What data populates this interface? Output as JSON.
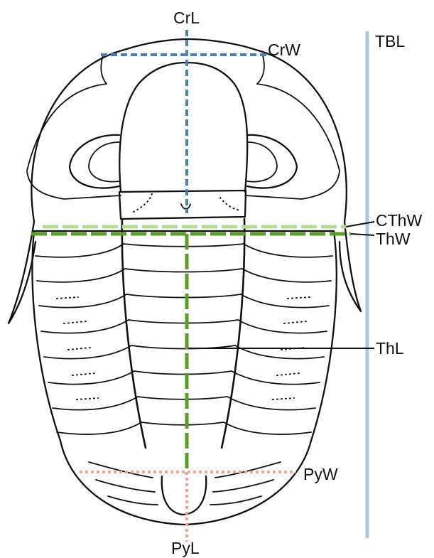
{
  "labels": {
    "crl": "CrL",
    "crw": "CrW",
    "tbl": "TBL",
    "cthw": "CThW",
    "thw": "ThW",
    "thl": "ThL",
    "pyw": "PyW",
    "pyl": "PyL"
  },
  "colors": {
    "crl_line": "#4a7fb8",
    "crw_line": "#4a7fb8",
    "tbl_line": "#a8c8e0",
    "cthw_line": "#b8dc96",
    "thw_line": "#5c9c2c",
    "thl_line": "#5c9c2c",
    "pyw_line": "#eca6a2",
    "pyl_line": "#eca6a2",
    "outline": "#111111"
  }
}
